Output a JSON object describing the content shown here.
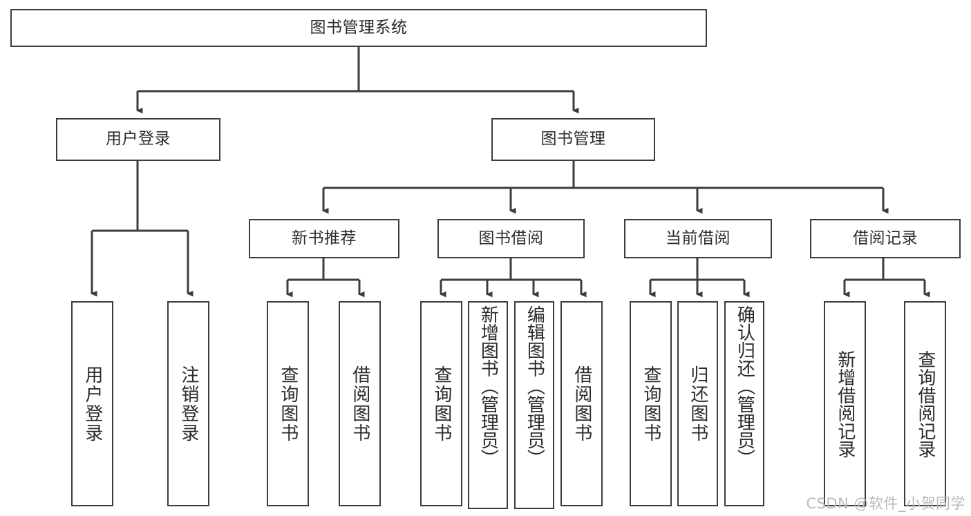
{
  "diagram": {
    "title": "图书管理系统",
    "type": "function-structure-tree",
    "colors": {
      "border": "#3c3c3c",
      "text": "#2b2b2b",
      "background": "#ffffff",
      "watermark": "#b9b9b9"
    },
    "root": {
      "label": "图书管理系统"
    },
    "level2": [
      {
        "label": "用户登录"
      },
      {
        "label": "图书管理"
      }
    ],
    "level3": [
      {
        "label": "新书推荐"
      },
      {
        "label": "图书借阅"
      },
      {
        "label": "当前借阅"
      },
      {
        "label": "借阅记录"
      }
    ],
    "leaves": {
      "user_login": [
        {
          "label": "用户登录"
        },
        {
          "label": "注销登录"
        }
      ],
      "new_book_recommend": [
        {
          "label": "查询图书"
        },
        {
          "label": "借阅图书"
        }
      ],
      "book_borrow": [
        {
          "label": "查询图书"
        },
        {
          "label": "新增图书（管理员）"
        },
        {
          "label": "编辑图书（管理员）"
        },
        {
          "label": "借阅图书"
        }
      ],
      "current_borrow": [
        {
          "label": "查询图书"
        },
        {
          "label": "归还图书"
        },
        {
          "label": "确认归还（管理员）"
        }
      ],
      "borrow_record": [
        {
          "label": "新增借阅记录"
        },
        {
          "label": "查询借阅记录"
        }
      ]
    }
  },
  "watermark": {
    "text": "CSDN @软件_小贺同学"
  }
}
